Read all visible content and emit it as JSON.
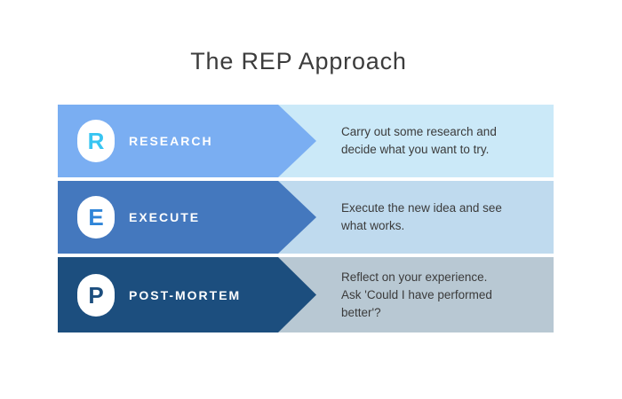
{
  "title": "The REP Approach",
  "title_color": "#3C3C3C",
  "description_text_color": "#3B3B3B",
  "steps": [
    {
      "letter": "R",
      "label": "RESEARCH",
      "description": "Carry out some research and\ndecide what you want to try.",
      "arrow_color": "#7AAEF2",
      "panel_color": "#CBE9F8",
      "letter_color": "#38C5F2",
      "badge_color": "#FFFFFF",
      "label_color": "#FFFFFF"
    },
    {
      "letter": "E",
      "label": "EXECUTE",
      "description": "Execute the new idea and see\nwhat works.",
      "arrow_color": "#4478BE",
      "panel_color": "#BFDAEE",
      "letter_color": "#2F85D8",
      "badge_color": "#FFFFFF",
      "label_color": "#FFFFFF"
    },
    {
      "letter": "P",
      "label": "POST-MORTEM",
      "description": "Reflect on your experience.\nAsk 'Could I have performed\nbetter'?",
      "arrow_color": "#1C4E7E",
      "panel_color": "#B8C8D3",
      "letter_color": "#1C4E7E",
      "badge_color": "#FFFFFF",
      "label_color": "#FFFFFF"
    }
  ]
}
